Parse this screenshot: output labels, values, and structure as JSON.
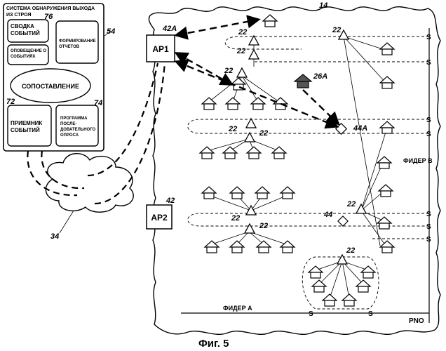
{
  "system": {
    "title_line1": "СИСТЕМА ОБНАРУЖЕНИЯ ВЫХОДА",
    "title_line2": "ИЗ СТРОЯ",
    "ref_box": "54",
    "summary_line1": "СВОДКА",
    "summary_line2": "СОБЫТИЙ",
    "ref_summary": "76",
    "notify_line1": "ОПОВЕЩЕНИЕ О",
    "notify_line2": "СОБЫТИЯХ",
    "reports_line1": "ФОРМИРОВАНИЕ",
    "reports_line2": "ОТЧЕТОВ",
    "match": "СОПОСТАВЛЕНИЕ",
    "receiver_line1": "ПРИЕМНИК",
    "receiver_line2": "СОБЫТИЙ",
    "ref_receiver": "72",
    "poll_line1": "ПРОГРАММА",
    "poll_line2": "ПОСЛЕ-",
    "poll_line3": "ДОВАТЕЛЬНОГО",
    "poll_line4": "ОПРОСА",
    "ref_poll": "74"
  },
  "network": {
    "ref_cloud": "34",
    "ap1": "AP1",
    "ref_ap1": "42A",
    "ap2": "AP2",
    "ref_ap2": "42",
    "ref_area": "14",
    "ref_node": "22",
    "ref_meter_a": "26A",
    "ref_device_a": "44A",
    "ref_device": "44",
    "switch": "S",
    "feeder_a": "ФИДЕР  А",
    "feeder_b": "ФИДЕР  В",
    "pno": "PNO"
  },
  "caption": "Фиг. 5"
}
